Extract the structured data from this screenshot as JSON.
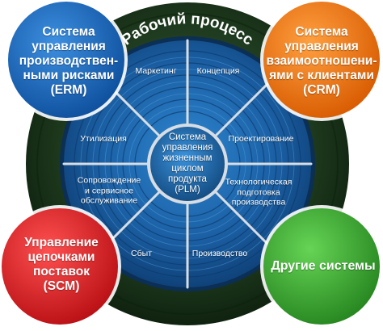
{
  "ring_title": "Рабочий процесс",
  "center": {
    "label": "Система\nуправления\nжизненным\nциклом\nпродукта\n(PLM)"
  },
  "segments": [
    {
      "label": "Маркетинг"
    },
    {
      "label": "Концепция"
    },
    {
      "label": "Проектирование"
    },
    {
      "label": "Технологическая\nподготовка\nпроизводства"
    },
    {
      "label": "Производство"
    },
    {
      "label": "Сбыт"
    },
    {
      "label": "Сопровождение\nи сервисное\nобслуживание"
    },
    {
      "label": "Утилизация"
    }
  ],
  "corners": {
    "erm": {
      "label": "Система\nуправления\nпроизводствен-\nными рисками\n(ERM)",
      "color": "#1a73c8"
    },
    "crm": {
      "label": "Система\nуправления\nвзаимоотношени-\nями с клиентами\n(CRM)",
      "color": "#f07a1a"
    },
    "scm": {
      "label": "Управление\nцепочками\nпоставок\n(SCM)",
      "color": "#e0262a"
    },
    "other": {
      "label": "Другие системы",
      "color": "#3aa93a"
    }
  },
  "colors": {
    "ring_dark": "#1c3a1c",
    "wheel_blue": "#1f6fb8",
    "wheel_dark": "#0d3f73",
    "spoke": "#d7dde3"
  }
}
